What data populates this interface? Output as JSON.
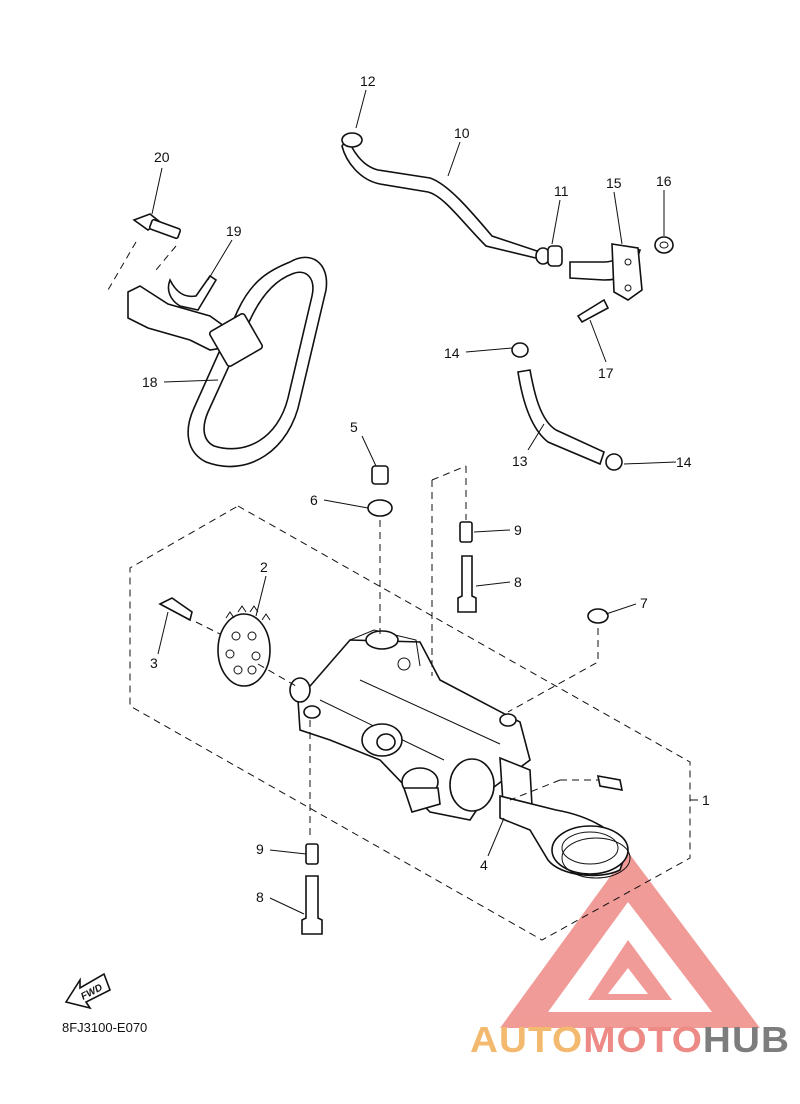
{
  "diagram": {
    "callouts": [
      "1",
      "2",
      "3",
      "4",
      "5",
      "6",
      "7",
      "8",
      "8",
      "9",
      "9",
      "10",
      "11",
      "12",
      "13",
      "14",
      "14",
      "15",
      "16",
      "17",
      "18",
      "19",
      "20"
    ],
    "fwd_label": "FWD",
    "drawing_code": "8FJ3100-E070"
  },
  "watermark": {
    "part1": "AUTO",
    "part2": "MOTO",
    "part3": "HUB",
    "colors": {
      "orange": "#f3b96e",
      "red": "#ee8a85",
      "gray": "#7d7d7d"
    }
  }
}
